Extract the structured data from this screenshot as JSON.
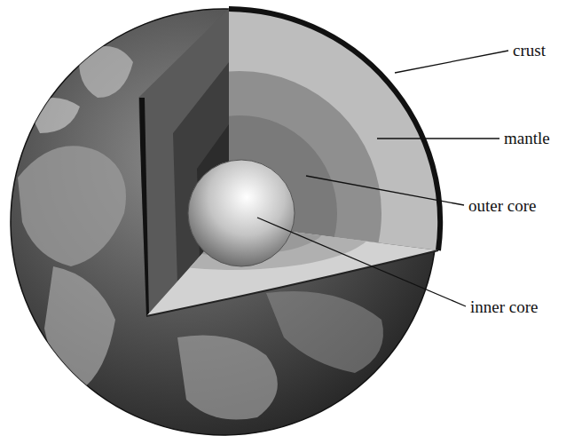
{
  "diagram": {
    "labels": [
      "crust",
      "mantle",
      "outer core",
      "inner core"
    ]
  }
}
